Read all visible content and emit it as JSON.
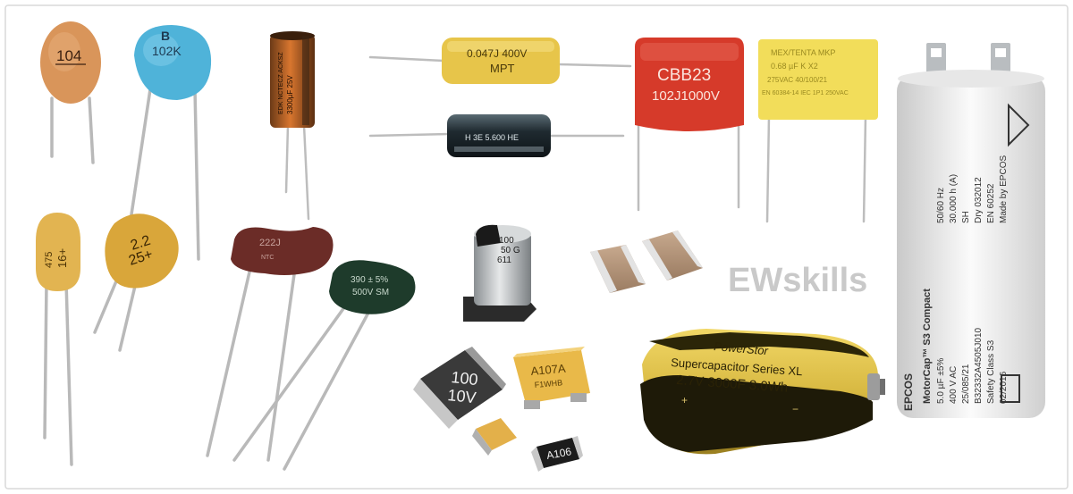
{
  "watermark": "EWskills",
  "colors": {
    "ceramic_orange": "#d9955a",
    "ceramic_blue": "#4fb3d9",
    "tantalum_yellow": "#e2b451",
    "mica_brown": "#6b2c27",
    "mica_green": "#1e3b2b",
    "film_red": "#d63a2a",
    "film_yellow": "#f2dd5a",
    "supercap_gold": "#d8b942",
    "motor_cap_white": "#f1f1f1"
  },
  "components": {
    "ceramic_disc_orange": {
      "marking": "104"
    },
    "ceramic_disc_blue": {
      "marking_top": "B",
      "marking_bottom": "102K"
    },
    "radial_electrolytic": {
      "marking_line1": "EDK NCTECZ ACKSZ",
      "marking_line2": "3300µF 25V"
    },
    "axial_film_yellow": {
      "marking_line1": "0.047J 400V",
      "marking_line2": "MPT"
    },
    "axial_electrolytic": {
      "marking": "H 3E 5.600 HE"
    },
    "film_cbb23": {
      "marking_line1": "CBB23",
      "marking_line2": "102J1000V"
    },
    "film_x2": {
      "marking_line1": "MEX/TENTA MKP",
      "marking_line2": "0.68 µF  K  X2",
      "marking_line3": "275VAC 40/100/21",
      "marking_line4": "EN 60384-14 IEC 1P1 250VAC"
    },
    "motor_cap": {
      "brand": "EPCOS",
      "lines": [
        "MotorCap™ S3 Compact",
        "5.0 µF     ±5%",
        "400 V AC",
        "25/085/21",
        "B32332A4505J010",
        "Safety Class S3",
        "02/2016"
      ],
      "lines_right": [
        "50/60 Hz",
        "30.000 h (A)",
        "SH",
        "Dry   032012",
        "EN 60252",
        "Made by EPCOS"
      ]
    },
    "tantalum_bead_1": {
      "marking_line1": "475",
      "marking_line2": "16+"
    },
    "tantalum_bead_2": {
      "marking_line1": "2.2",
      "marking_line2": "25+"
    },
    "mica_brown": {
      "marking_line1": "222J",
      "marking_line2": "NTC"
    },
    "mica_green": {
      "marking_line1": "390 ± 5%",
      "marking_line2": "500V SM"
    },
    "smd_electrolytic": {
      "marking_line1": "100",
      "marking_line2": "50 G",
      "marking_line3": "611"
    },
    "smd_tantalum_black": {
      "marking_line1": "100",
      "marking_line2": "10V"
    },
    "smd_tantalum_yellow": {
      "marking_line1": "A107A",
      "marking_line2": "F1WHB"
    },
    "smd_small_black": {
      "marking": "A106"
    },
    "supercapacitor": {
      "marking_line1": "PowerStor",
      "marking_line2": "Supercapacitor   Series XL",
      "marking_line3": "2.7V  3000F    3.0Wh",
      "plus": "+",
      "minus": "−"
    }
  }
}
